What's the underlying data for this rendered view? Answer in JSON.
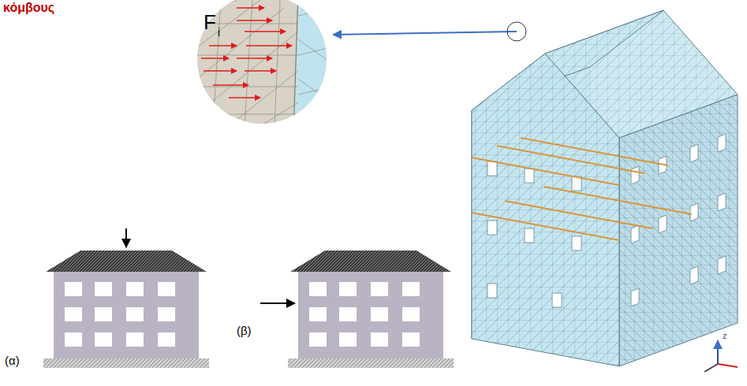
{
  "diagram": {
    "labels": [
      "κόμβους",
      "F",
      "i",
      "(α)",
      "(β)",
      "z"
    ]
  }
}
